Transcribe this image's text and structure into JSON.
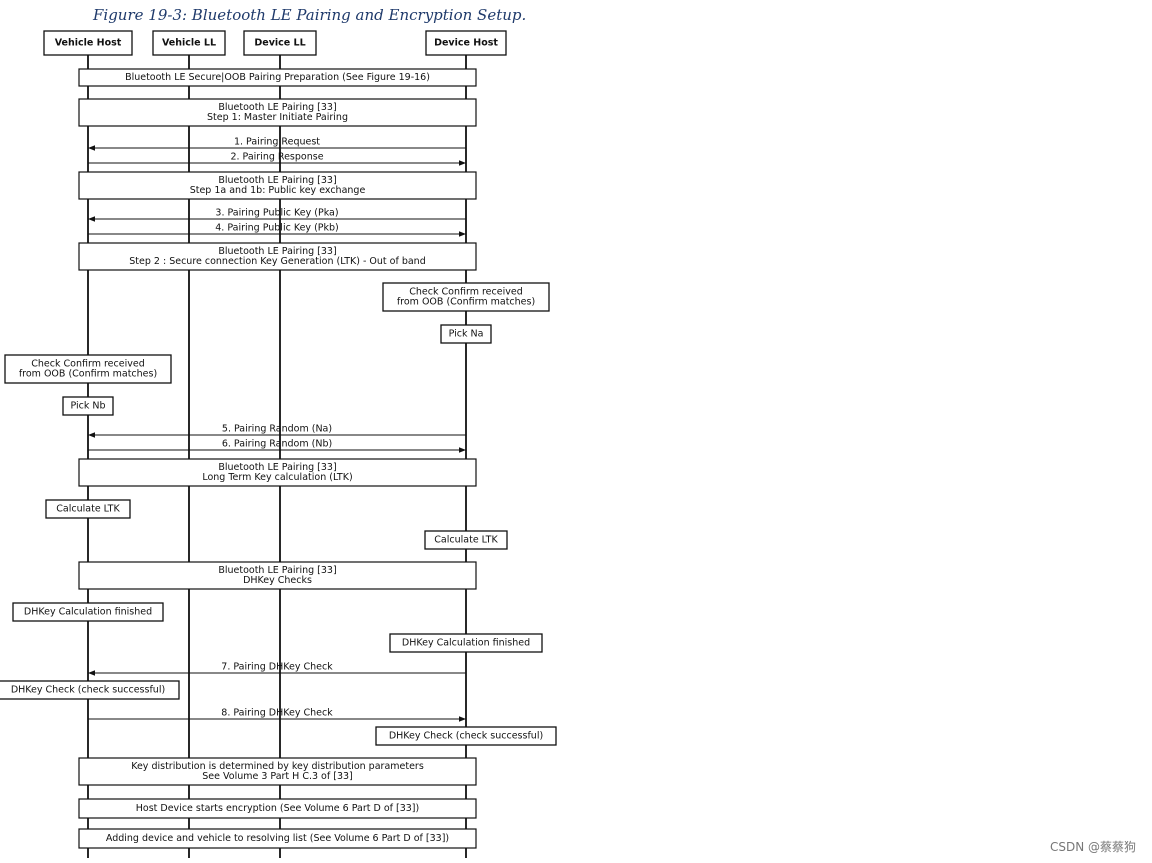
{
  "figure_title": "Figure 19-3: Bluetooth LE Pairing and Encryption Setup.",
  "lifelines": [
    {
      "id": "vh",
      "label": "Vehicle Host"
    },
    {
      "id": "vll",
      "label": "Vehicle LL"
    },
    {
      "id": "dll",
      "label": "Device LL"
    },
    {
      "id": "dh",
      "label": "Device Host"
    }
  ],
  "span_boxes": [
    {
      "lines": [
        "Bluetooth LE Secure|OOB Pairing Preparation (See Figure 19-16)"
      ]
    },
    {
      "lines": [
        "Bluetooth LE Pairing [33]",
        "Step 1: Master Initiate Pairing"
      ]
    },
    {
      "lines": [
        "Bluetooth LE Pairing [33]",
        "Step 1a and 1b: Public key exchange"
      ]
    },
    {
      "lines": [
        "Bluetooth LE Pairing [33]",
        "Step 2 : Secure connection Key Generation (LTK) - Out of band"
      ]
    },
    {
      "lines": [
        "Bluetooth LE Pairing [33]",
        "Long Term Key calculation (LTK)"
      ]
    },
    {
      "lines": [
        "Bluetooth LE Pairing [33]",
        "DHKey Checks"
      ]
    },
    {
      "lines": [
        "Key distribution is determined by key distribution parameters",
        "See Volume 3 Part H C.3 of [33]"
      ]
    },
    {
      "lines": [
        "Host Device starts encryption (See Volume 6 Part D of [33])"
      ]
    },
    {
      "lines": [
        "Adding device and vehicle to resolving list (See Volume 6 Part D of [33])"
      ]
    }
  ],
  "messages": [
    {
      "label": "1. Pairing Request",
      "from": "dh",
      "to": "vh"
    },
    {
      "label": "2. Pairing Response",
      "from": "vh",
      "to": "dh"
    },
    {
      "label": "3. Pairing Public Key (Pka)",
      "from": "dh",
      "to": "vh"
    },
    {
      "label": "4. Pairing Public Key (Pkb)",
      "from": "vh",
      "to": "dh"
    },
    {
      "label": "5. Pairing Random (Na)",
      "from": "dh",
      "to": "vh"
    },
    {
      "label": "6. Pairing Random (Nb)",
      "from": "vh",
      "to": "dh"
    },
    {
      "label": "7. Pairing DHKey Check",
      "from": "dh",
      "to": "vh"
    },
    {
      "label": "8. Pairing DHKey Check",
      "from": "vh",
      "to": "dh"
    }
  ],
  "action_boxes": [
    {
      "lifeline": "dh",
      "lines": [
        "Check Confirm received",
        "from OOB (Confirm matches)"
      ]
    },
    {
      "lifeline": "dh",
      "lines": [
        "Pick Na"
      ]
    },
    {
      "lifeline": "vh",
      "lines": [
        "Check Confirm received",
        "from OOB (Confirm matches)"
      ]
    },
    {
      "lifeline": "vh",
      "lines": [
        "Pick Nb"
      ]
    },
    {
      "lifeline": "vh",
      "lines": [
        "Calculate LTK"
      ]
    },
    {
      "lifeline": "dh",
      "lines": [
        "Calculate LTK"
      ]
    },
    {
      "lifeline": "vh",
      "lines": [
        "DHKey Calculation finished"
      ]
    },
    {
      "lifeline": "dh",
      "lines": [
        "DHKey Calculation finished"
      ]
    },
    {
      "lifeline": "vh",
      "lines": [
        "DHKey Check (check successful)"
      ]
    },
    {
      "lifeline": "dh",
      "lines": [
        "DHKey Check (check successful)"
      ]
    }
  ],
  "watermark": "CSDN @蔡蔡狗"
}
